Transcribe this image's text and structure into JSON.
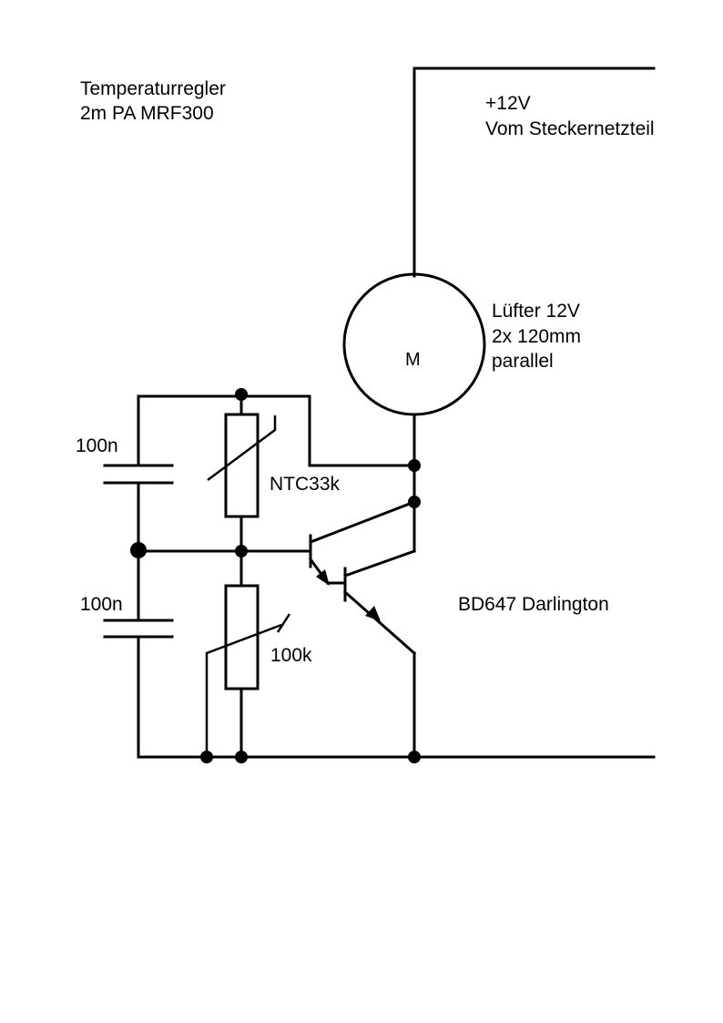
{
  "title": {
    "line1": "Temperaturregler",
    "line2": "2m PA MRF300"
  },
  "supply": {
    "line1": "+12V",
    "line2": "Vom Steckernetzteil"
  },
  "fan": {
    "symbol": "M",
    "line1": "Lüfter 12V",
    "line2": "2x 120mm",
    "line3": "parallel"
  },
  "capacitors": {
    "upper": "100n",
    "lower": "100n"
  },
  "ntc": {
    "label": "NTC33k"
  },
  "trimmer": {
    "label": "100k"
  },
  "transistor": {
    "label": "BD647 Darlington"
  },
  "colors": {
    "ink": "#000000",
    "paper": "#ffffff"
  }
}
